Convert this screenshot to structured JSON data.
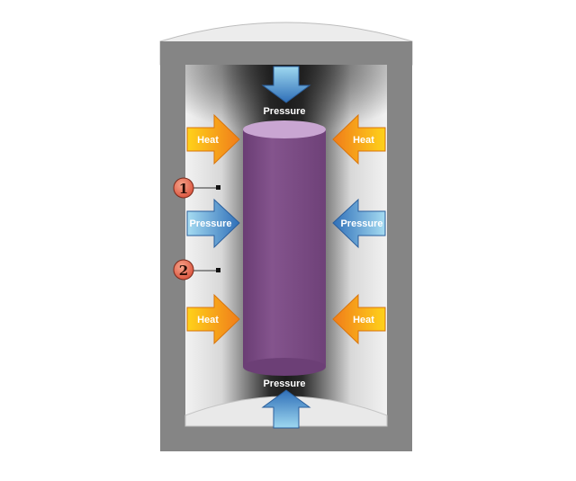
{
  "diagram": {
    "labels": {
      "pressure": "Pressure",
      "heat": "Heat"
    },
    "markers": [
      {
        "number": "1"
      },
      {
        "number": "2"
      }
    ],
    "colors": {
      "vessel_wall": "#808080",
      "cap": "#e8e8e8",
      "sample_cylinder": "#7d4e86",
      "sample_top": "#c9a6d2",
      "pressure_arrow": "#3f86c8",
      "heat_arrow": "#f5a316",
      "marker_fill": "#e8684c"
    },
    "icons": [
      "pressure-arrow-icon",
      "heat-arrow-icon"
    ]
  }
}
